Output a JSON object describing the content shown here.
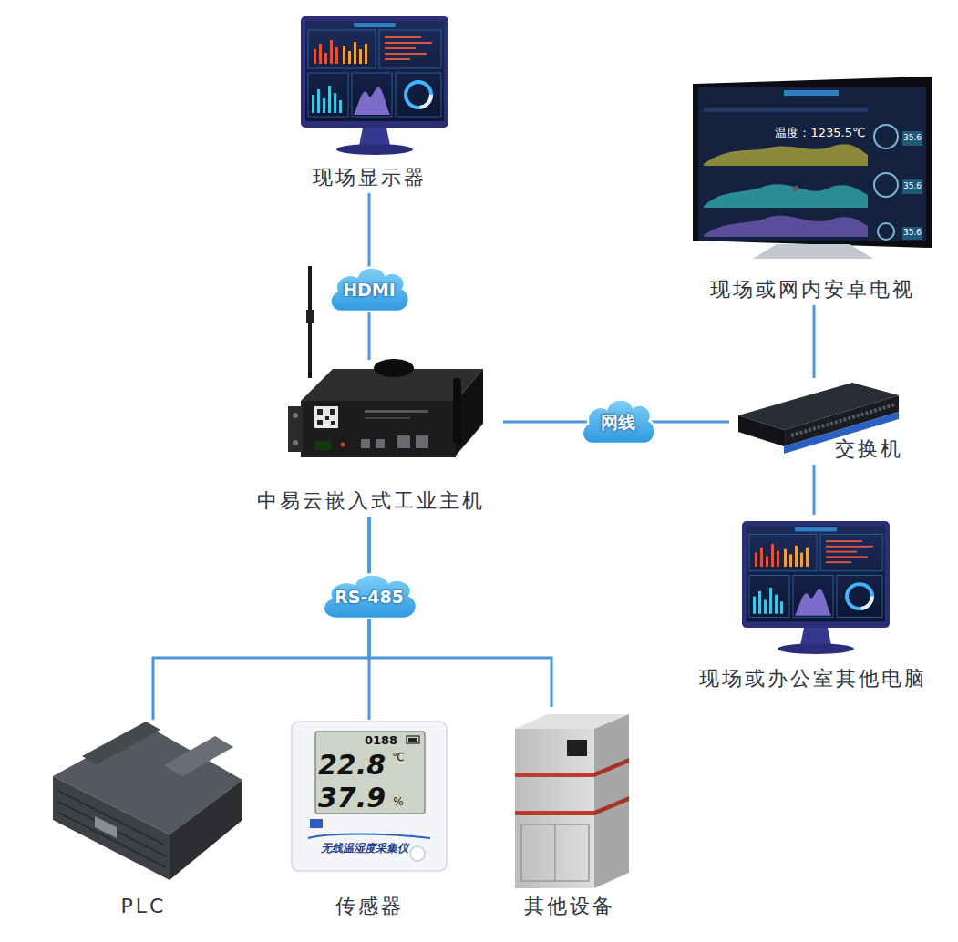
{
  "diagram": {
    "nodes": [
      {
        "text": [
          "现场显示器"
        ]
      },
      {
        "text": [
          "现场或网内安卓电视"
        ]
      },
      {
        "text": [
          "中易云嵌入式工业主机"
        ]
      },
      {
        "text": [
          "交换机"
        ]
      },
      {
        "text": [
          "现场或办公室其他电脑"
        ]
      },
      {
        "text": [
          "PLC"
        ]
      },
      {
        "text": [
          "传感器"
        ]
      },
      {
        "text": [
          "其他设备"
        ]
      }
    ],
    "edges": [
      {
        "from": 2,
        "to": 0,
        "label": "HDMI",
        "arrow": "none"
      },
      {
        "from": 2,
        "to": 3,
        "label": "网线",
        "arrow": "none"
      },
      {
        "from": 3,
        "to": 1,
        "arrow": "none"
      },
      {
        "from": 3,
        "to": 4,
        "arrow": "none"
      },
      {
        "from": 2,
        "to": 5,
        "arrow": "none"
      },
      {
        "from": 2,
        "to": 6,
        "label": "RS-485",
        "arrow": "none"
      },
      {
        "from": 2,
        "to": 7,
        "arrow": "none"
      }
    ],
    "labels": [
      "温度：1235.5℃",
      "35.6",
      "35.6",
      "35.6",
      "0188",
      "22.8",
      "℃",
      "37.9",
      "%",
      "无线温湿度采集仪"
    ]
  }
}
